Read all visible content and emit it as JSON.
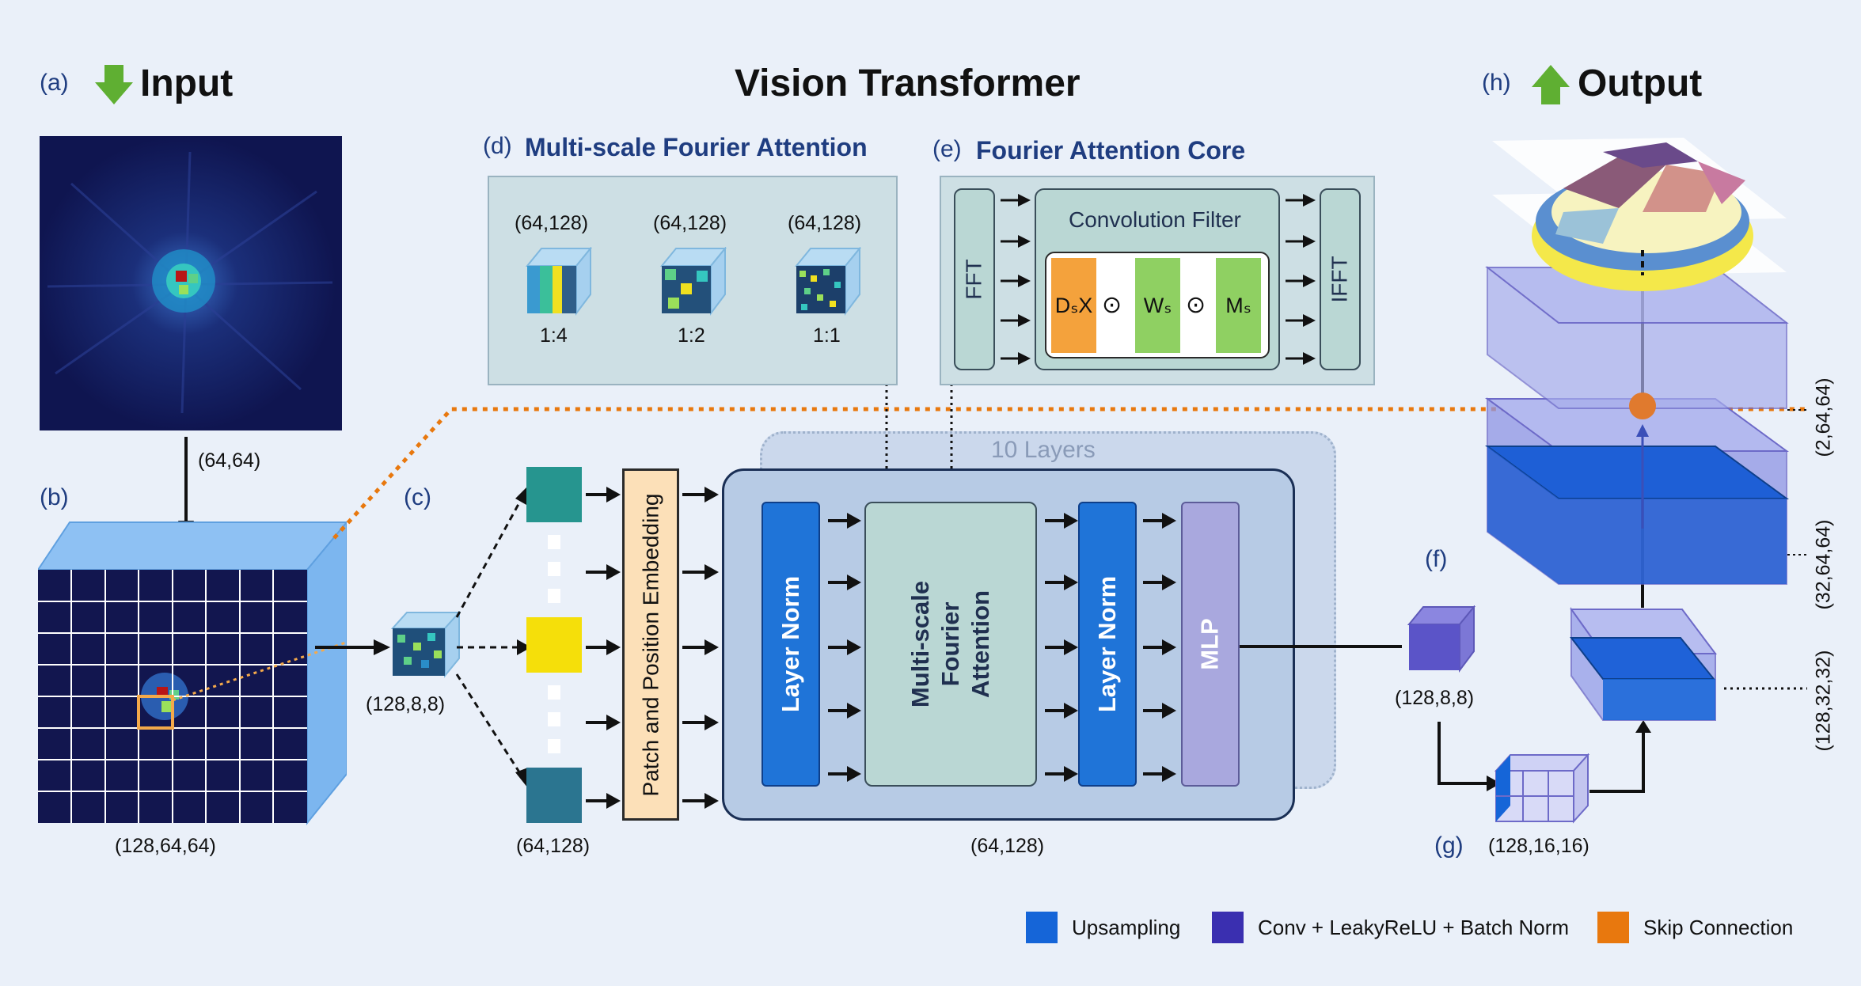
{
  "title": "Vision Transformer",
  "panels": {
    "a": {
      "label": "(a)",
      "title": "Input"
    },
    "b": {
      "label": "(b)"
    },
    "c": {
      "label": "(c)"
    },
    "d": {
      "label": "(d)",
      "title": "Multi-scale Fourier Attention"
    },
    "e": {
      "label": "(e)",
      "title": "Fourier Attention Core"
    },
    "f": {
      "label": "(f)"
    },
    "g": {
      "label": "(g)"
    },
    "h": {
      "label": "(h)",
      "title": "Output"
    }
  },
  "dims": {
    "input": "(64,64)",
    "grid": "(128,64,64)",
    "patch": "(128,8,8)",
    "tokens": "(64,128)",
    "transformer_out": "(64,128)",
    "msfa_top": [
      "(64,128)",
      "(64,128)",
      "(64,128)"
    ],
    "msfa_scales": [
      "1:4",
      "1:2",
      "1:1"
    ],
    "f": "(128,8,8)",
    "g": "(128,16,16)",
    "out1": "(128,32,32)",
    "out2": "(32,64,64)",
    "out3": "(2,64,64)"
  },
  "blocks": {
    "patch_embed": "Patch and Position Embedding",
    "layers": "10 Layers",
    "layer_norm_1": "Layer Norm",
    "msfa": [
      "Multi-scale",
      "Fourier",
      "Attention"
    ],
    "layer_norm_2": "Layer Norm",
    "mlp": "MLP"
  },
  "core": {
    "fft": "FFT",
    "ifft": "IFFT",
    "conv_filter": "Convolution Filter",
    "dsx": "DₛX",
    "odot": "⊙",
    "ws": "Wₛ",
    "ms": "Mₛ"
  },
  "legend": [
    {
      "label": "Upsampling",
      "color": "#1565d8"
    },
    {
      "label": "Conv + LeakyReLU + Batch Norm",
      "color": "#3a2fb0"
    },
    {
      "label": "Skip Connection",
      "color": "#e8780e"
    }
  ],
  "colors": {
    "token_top": "#26958f",
    "token_mid": "#f5df0a",
    "token_bot": "#2b7590",
    "layer_norm": "#1f74d8",
    "mlp": "#a9a8de",
    "skip": "#e8780e",
    "arrow_green": "#5faf32"
  }
}
